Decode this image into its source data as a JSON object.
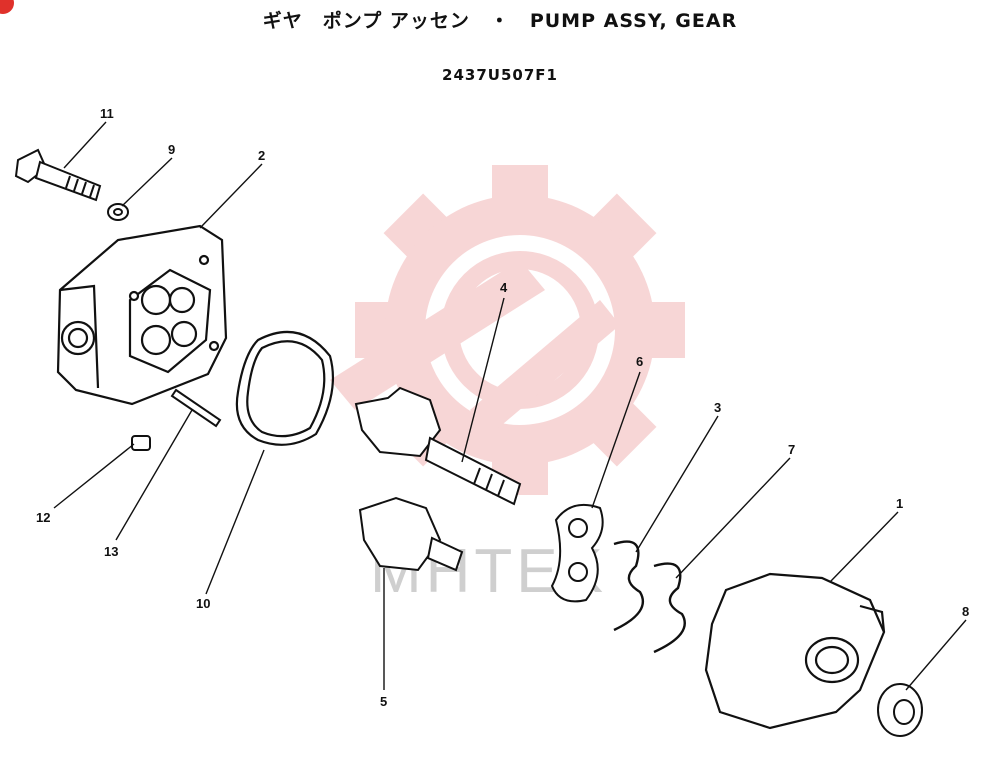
{
  "header": {
    "title": "ギヤ　ポンプ アッセン　・　PUMP ASSY, GEAR",
    "part_number": "2437U507F1"
  },
  "watermark": {
    "text": "MHTEK",
    "gear_color": "#f2b5b5"
  },
  "callouts": [
    {
      "id": "11",
      "label": "11"
    },
    {
      "id": "9",
      "label": "9"
    },
    {
      "id": "2",
      "label": "2"
    },
    {
      "id": "4",
      "label": "4"
    },
    {
      "id": "6",
      "label": "6"
    },
    {
      "id": "3",
      "label": "3"
    },
    {
      "id": "7",
      "label": "7"
    },
    {
      "id": "1",
      "label": "1"
    },
    {
      "id": "8",
      "label": "8"
    },
    {
      "id": "12",
      "label": "12"
    },
    {
      "id": "13",
      "label": "13"
    },
    {
      "id": "10",
      "label": "10"
    },
    {
      "id": "5",
      "label": "5"
    }
  ]
}
